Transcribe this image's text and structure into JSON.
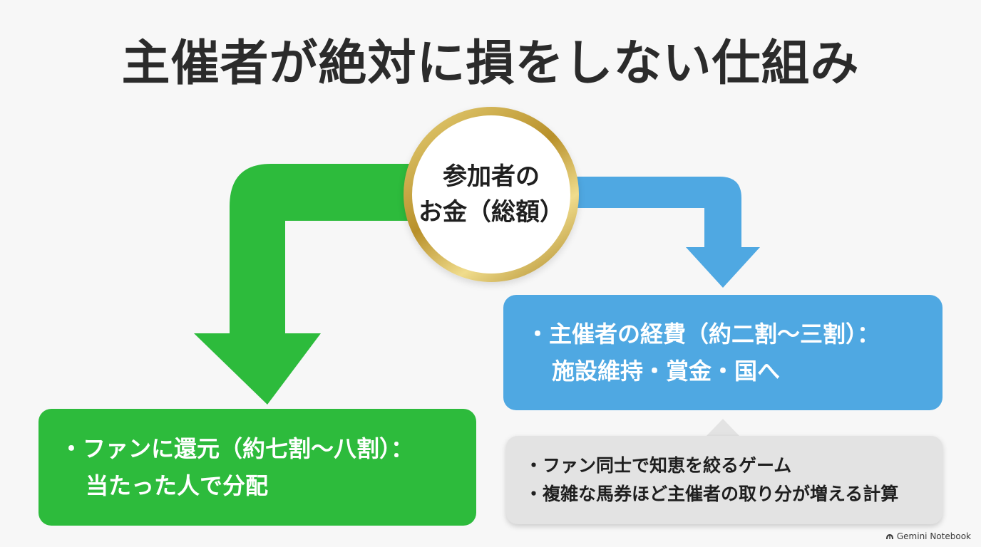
{
  "title": "主催者が絶対に損をしない仕組み",
  "source": {
    "line1": "参加者の",
    "line2": "お金（総額）"
  },
  "left_box": {
    "bullet": "・",
    "line1": "ファンに還元（約七割〜八割）：",
    "line2": "当たった人で分配",
    "color": "#2dbb3c"
  },
  "right_box": {
    "bullet": "・",
    "line1": "主催者の経費（約二割〜三割）：",
    "line2": "施設維持・賞金・国へ",
    "color": "#4fa8e2"
  },
  "note": {
    "items": [
      "・ファン同士で知恵を絞るゲーム",
      "・複雑な馬券ほど主催者の取り分が増える計算"
    ]
  },
  "watermark": "Gemini Notebook",
  "colors": {
    "green": "#2dbb3c",
    "blue": "#4fa8e2",
    "gold": "#c9a13b",
    "note_bg": "#e3e3e3"
  }
}
